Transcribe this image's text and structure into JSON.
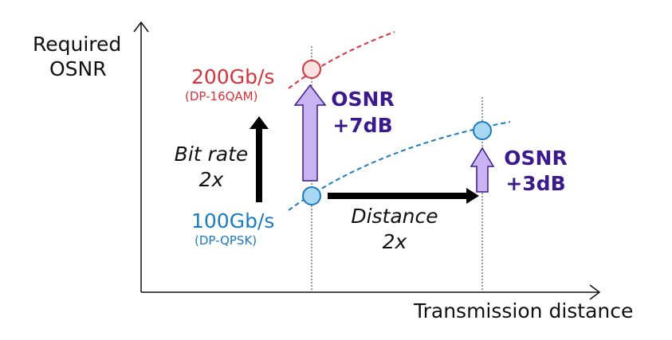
{
  "axes": {
    "y_label_line1": "Required",
    "y_label_line2": "OSNR",
    "x_label": "Transmission distance"
  },
  "high_rate": {
    "rate": "200Gb/s",
    "format": "(DP-16QAM)",
    "color": "#d6333a"
  },
  "low_rate": {
    "rate": "100Gb/s",
    "format": "(DP-QPSK)",
    "color": "#1a7bbf"
  },
  "bit_rate": {
    "line1": "Bit rate",
    "line2": "2x"
  },
  "distance": {
    "line1": "Distance",
    "line2": "2x"
  },
  "osnr_bitrate": {
    "line1": "OSNR",
    "line2": "+7dB"
  },
  "osnr_distance": {
    "line1": "OSNR",
    "line2": "+3dB"
  },
  "colors": {
    "upgrade_arrow_fill": "#c9b3f2",
    "upgrade_arrow_stroke": "#3a1a8c",
    "osnr_text": "#3a1a8c"
  }
}
